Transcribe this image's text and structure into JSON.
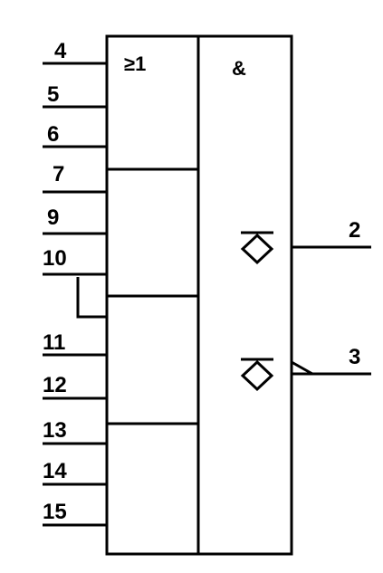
{
  "diagram": {
    "or_symbol": "≥1",
    "and_symbol": "&",
    "input_pins": [
      "4",
      "5",
      "6",
      "7",
      "9",
      "10",
      "11",
      "12",
      "13",
      "14",
      "15"
    ],
    "output_pins": [
      "2",
      "3"
    ]
  }
}
